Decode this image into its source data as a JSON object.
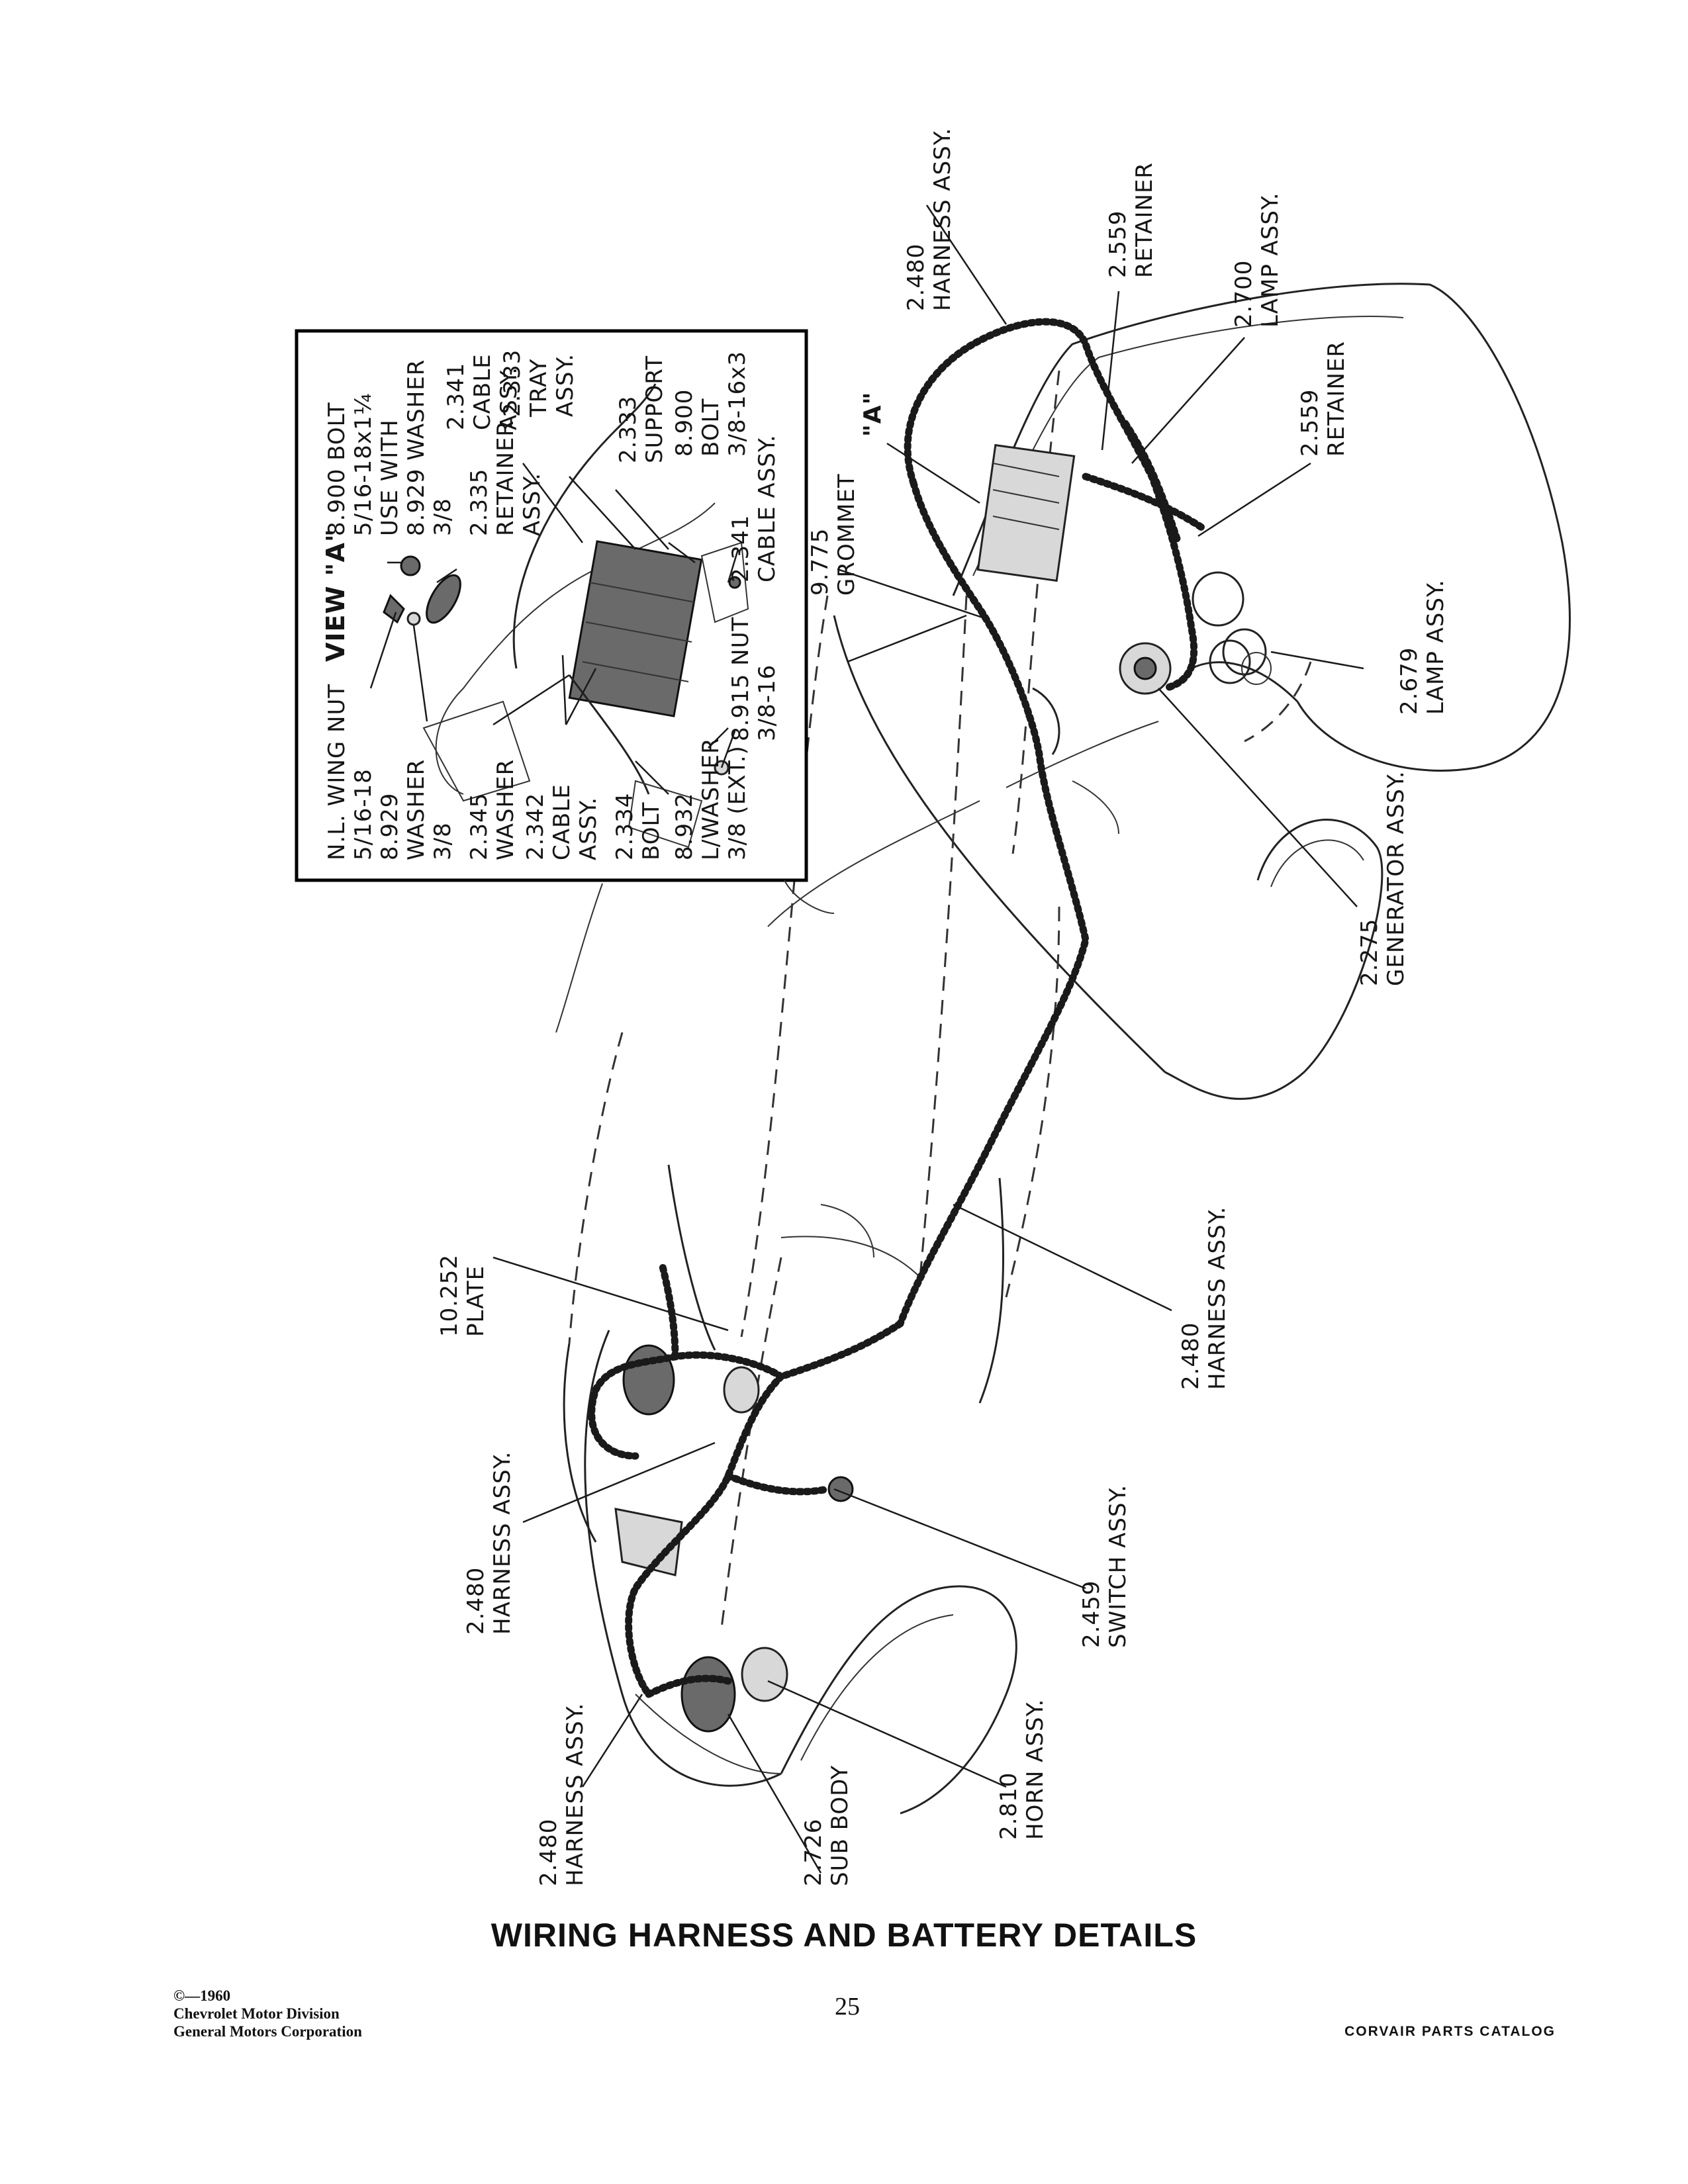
{
  "page": {
    "title": "WIRING HARNESS AND BATTERY DETAILS",
    "page_number": "25",
    "copyright": [
      "©—1960",
      "Chevrolet Motor Division",
      "General Motors Corporation"
    ],
    "catalog_name": "CORVAIR PARTS CATALOG"
  },
  "view_a": {
    "title": "VIEW \"A\"",
    "labels": {
      "wing_nut": [
        "N.L. WING NUT",
        "5/16-18",
        "8.929",
        "WASHER",
        "3/8"
      ],
      "washer_2345": [
        "2.345",
        "WASHER"
      ],
      "cable_2342": [
        "2.342",
        "CABLE",
        "ASSY."
      ],
      "bolt_2334": [
        "2.334",
        "BOLT"
      ],
      "lwasher_8932": [
        "8.932",
        "L/WASHER",
        "3/8 (EXT.)"
      ],
      "nut_8915": [
        "8.915 NUT",
        "3/8-16"
      ],
      "bolt_8900_top": [
        "8.900 BOLT",
        "5/16-18x1¼",
        "USE WITH",
        "8.929 WASHER",
        "3/8"
      ],
      "retainer_2335": [
        "2.335",
        "RETAINER",
        "ASSY."
      ],
      "cable_2341_top": [
        "2.341",
        "CABLE",
        "ASSY."
      ],
      "tray_2333": [
        "2.333",
        "TRAY",
        "ASSY."
      ],
      "support_2333": [
        "2.333",
        "SUPPORT"
      ],
      "bolt_8900_side": [
        "8.900",
        "BOLT",
        "3/8-16x3"
      ],
      "cable_2341_bottom": [
        "2.341",
        "CABLE ASSY."
      ]
    }
  },
  "callouts": {
    "grommet": [
      "9.775",
      "GROMMET"
    ],
    "view_a_marker": [
      "\"A\""
    ],
    "harness_rear_top": [
      "2.480",
      "HARNESS ASSY."
    ],
    "retainer_top": [
      "2.559",
      "RETAINER"
    ],
    "lamp_top": [
      "2.700",
      "LAMP ASSY."
    ],
    "retainer_mid": [
      "2.559",
      "RETAINER"
    ],
    "lamp_679": [
      "2.679",
      "LAMP ASSY."
    ],
    "generator": [
      "2.275",
      "GENERATOR ASSY."
    ],
    "harness_mid": [
      "2.480",
      "HARNESS ASSY."
    ],
    "plate": [
      "10.252",
      "PLATE"
    ],
    "harness_front": [
      "2.480",
      "HARNESS ASSY."
    ],
    "switch": [
      "2.459",
      "SWITCH ASSY."
    ],
    "harness_front_low": [
      "2.480",
      "HARNESS ASSY."
    ],
    "sub_body": [
      "2.726",
      "SUB BODY"
    ],
    "horn": [
      "2.810",
      "HORN ASSY."
    ]
  }
}
